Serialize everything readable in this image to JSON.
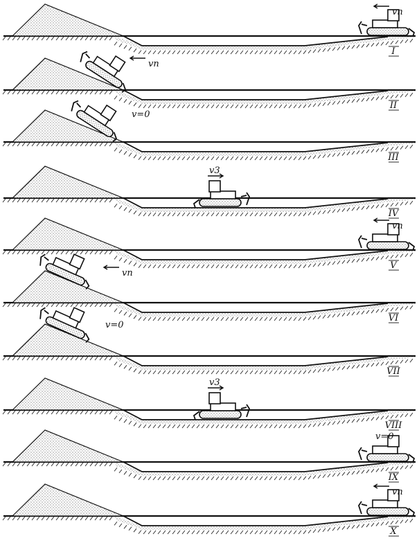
{
  "panels": [
    {
      "roman": "I",
      "state": "v_n",
      "speed": "vп",
      "pos": "right",
      "dir": "left"
    },
    {
      "roman": "II",
      "state": "v_n",
      "speed": "vп",
      "pos": "slope",
      "dir": "left"
    },
    {
      "roman": "III",
      "state": "v0",
      "speed": "v=0",
      "pos": "slope",
      "dir": "none"
    },
    {
      "roman": "IV",
      "state": "v3",
      "speed": "v3",
      "pos": "middle",
      "dir": "right"
    },
    {
      "roman": "V",
      "state": "v_n",
      "speed": "vп",
      "pos": "right",
      "dir": "left"
    },
    {
      "roman": "VI",
      "state": "v_n",
      "speed": "vп",
      "pos": "top",
      "dir": "left"
    },
    {
      "roman": "VII",
      "state": "v0",
      "speed": "v=0",
      "pos": "top",
      "dir": "none"
    },
    {
      "roman": "VIII",
      "state": "v3",
      "speed": "v3",
      "pos": "middle",
      "dir": "right"
    },
    {
      "roman": "IX",
      "state": "v0",
      "speed": "v=0",
      "pos": "right",
      "dir": "none"
    },
    {
      "roman": "X",
      "state": "v_n",
      "speed": "vп",
      "pos": "right",
      "dir": "left"
    }
  ]
}
